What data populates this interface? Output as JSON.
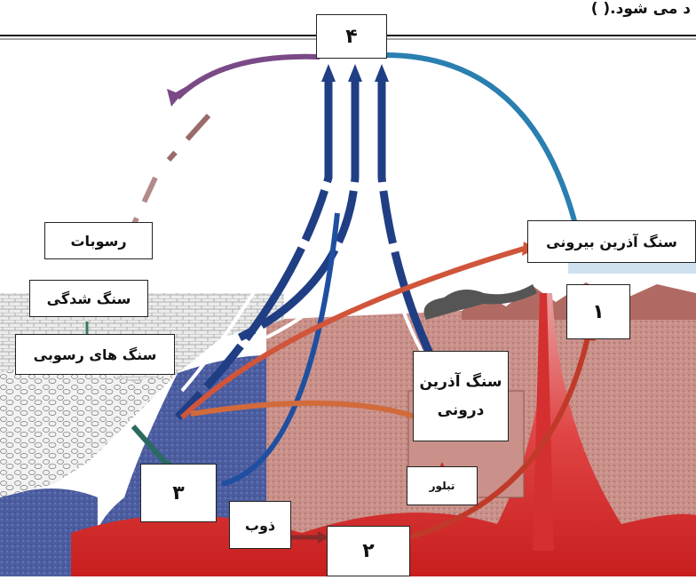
{
  "header": {
    "text": "د می شود.(            )"
  },
  "labels": {
    "box_4": "۴",
    "box_1": "۱",
    "box_2": "۲",
    "box_3": "۳",
    "sediments": "رسوبات",
    "lithification": "سنگ شدگی",
    "sedimentary_rocks": "سنگ های رسوبی",
    "extrusive_igneous": "سنگ آذرین بیرونی",
    "intrusive_igneous_line1": "سنگ آذرین",
    "intrusive_igneous_line2": "درونی",
    "crystallization": "تبلور",
    "melt": "ذوب"
  },
  "colors": {
    "magma": "#d42a2a",
    "crust": "#c98a7e",
    "blue_rock": "#4a5a9e",
    "arrow_blue": "#2b4a8a",
    "arrow_red": "#c0492e",
    "arrow_brown": "#9a5a4a",
    "sky_blue": "#8fb5d6"
  }
}
